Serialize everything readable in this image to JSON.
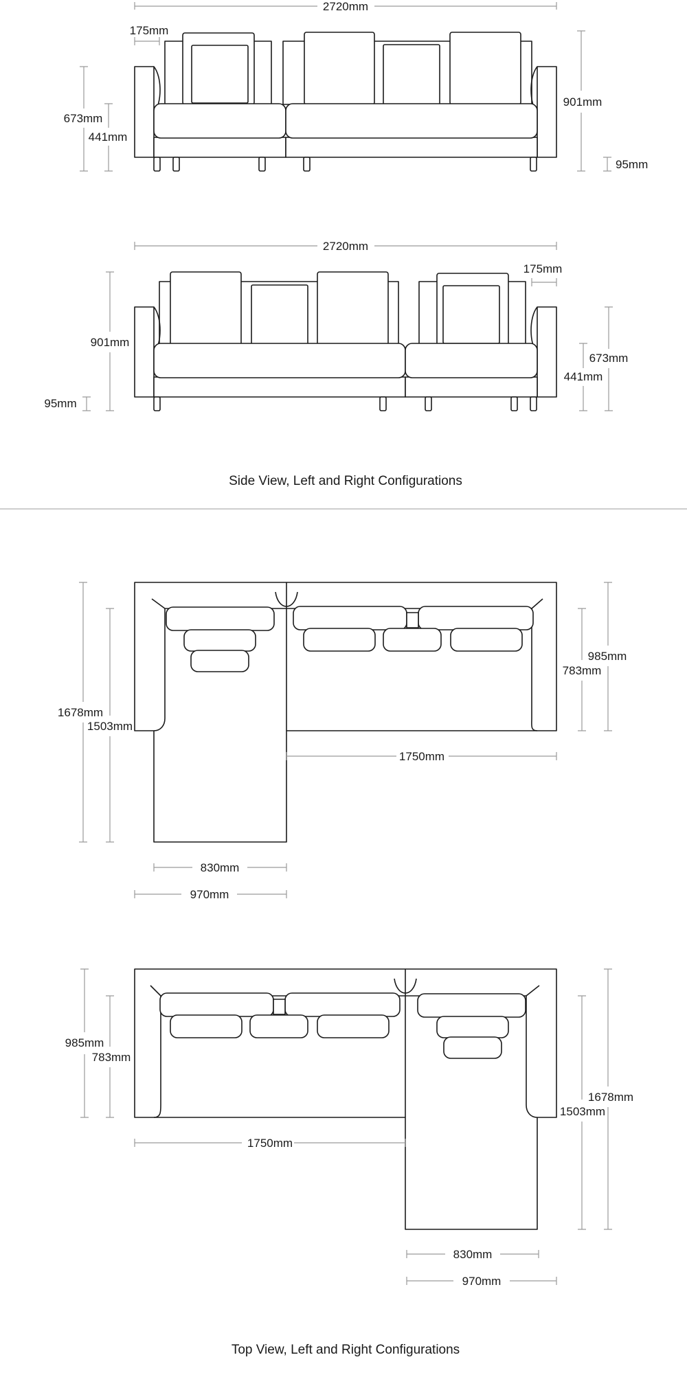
{
  "side_view": {
    "caption": "Side View, Left and Right Configurations",
    "left": {
      "width": "2720mm",
      "arm": "175mm",
      "arm_height": "673mm",
      "seat_height": "441mm",
      "height": "901mm",
      "leg": "95mm"
    },
    "right": {
      "width": "2720mm",
      "arm": "175mm",
      "arm_height": "673mm",
      "seat_height": "441mm",
      "height": "901mm",
      "leg": "95mm"
    }
  },
  "top_view": {
    "caption": "Top View, Left and Right Configurations",
    "left": {
      "chaise_depth": "1678mm",
      "chaise_inner": "1503mm",
      "depth": "985mm",
      "seat_depth": "783mm",
      "sofa_width": "1750mm",
      "chaise_seat": "830mm",
      "chaise_width": "970mm"
    },
    "right": {
      "chaise_depth": "1678mm",
      "chaise_inner": "1503mm",
      "depth": "985mm",
      "seat_depth": "783mm",
      "sofa_width": "1750mm",
      "chaise_seat": "830mm",
      "chaise_width": "970mm"
    }
  }
}
